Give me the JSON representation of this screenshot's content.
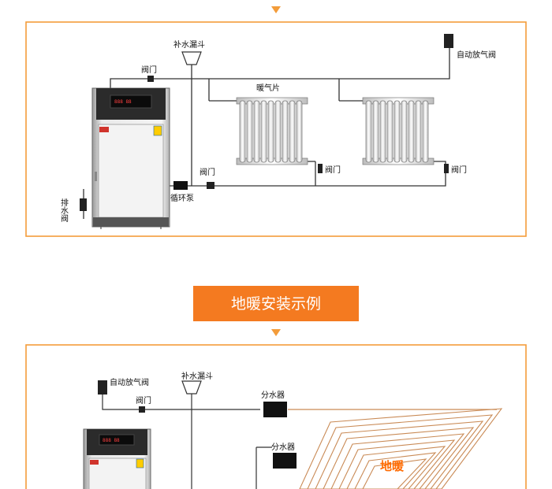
{
  "colors": {
    "accent": "#f39c3a",
    "title_bg": "#f47a20",
    "pipe": "#333333",
    "floor_pipe": "#c98a55",
    "floor_label": "#ff6a00"
  },
  "arrow_icon": "down-triangle-icon",
  "radiator_section": {
    "labels": {
      "refill_funnel": "补水漏斗",
      "auto_vent_valve": "自动放气阀",
      "valve_top": "阀门",
      "radiator": "暖气片",
      "valve_bottom": "阀门",
      "valve_radiator1": "阀门",
      "valve_radiator2": "阀门",
      "pump": "循环泵",
      "drain_valve": "排水阀"
    }
  },
  "floor_section": {
    "title": "地暖安装示例",
    "labels": {
      "auto_vent_valve": "自动放气阀",
      "refill_funnel": "补水漏斗",
      "valve": "阀门",
      "manifold_top": "分水器",
      "manifold_bottom": "分水器",
      "floor_heating": "地暖"
    }
  }
}
